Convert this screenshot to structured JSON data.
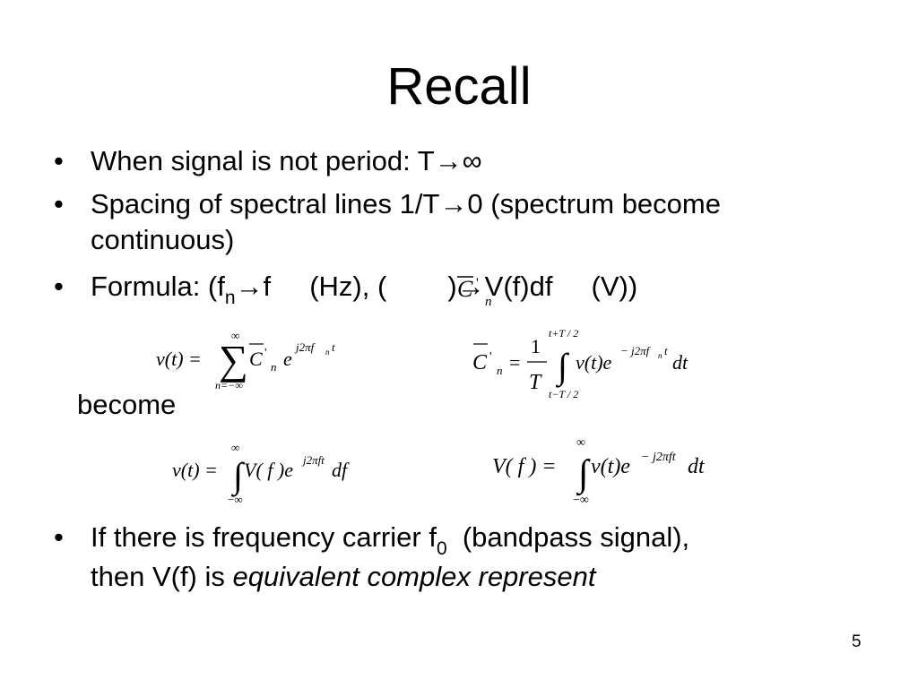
{
  "slide": {
    "title": "Recall",
    "bullet_char": "•",
    "bullet1": {
      "text": "When signal is not period: T→∞"
    },
    "bullet2": {
      "line1": "Spacing of spectral lines 1/T→0 (spectrum become",
      "line2": "continuous)"
    },
    "bullet3": {
      "pre": "Formula: (f",
      "sub": "n",
      "mid1": "→f     (Hz), (",
      "post": ")→V(f)df     (V))"
    },
    "become": "become",
    "bullet4": {
      "pre": "If there is frequency carrier f",
      "sub": "0",
      "post": "  (bandpass signal),",
      "line2_plain": "then V(f) is ",
      "line2_italic": "equivalent complex represent"
    },
    "page_number": "5"
  },
  "formulas": {
    "coef_inline": {
      "c": "C",
      "prime": "'",
      "n": "n"
    },
    "series": {
      "lhs": "v(t) =",
      "sum_upper": "∞",
      "sum_lower": "n=−∞",
      "sigma": "∑",
      "c": "C",
      "prime": "'",
      "n": "n",
      "e": "e",
      "exp": "j2πf",
      "exp_sub": "n",
      "exp_t": "t"
    },
    "coef": {
      "c": "C",
      "prime": "'",
      "n": "n",
      "eq": "=",
      "num": "1",
      "den": "T",
      "upper": "t+T / 2",
      "lower": "t−T / 2",
      "integrand": "v(t)e",
      "exp": "− j2πf",
      "exp_sub": "n",
      "exp_t": "t",
      "dt": "dt"
    },
    "inverse": {
      "lhs": "v(t) =",
      "upper": "∞",
      "lower": "−∞",
      "integrand": "V( f )e",
      "exp": "j2πft",
      "df": "df"
    },
    "forward": {
      "lhs": "V( f ) =",
      "upper": "∞",
      "lower": "−∞",
      "integrand": "v(t)e",
      "exp": "− j2πft",
      "dt": "dt"
    }
  }
}
